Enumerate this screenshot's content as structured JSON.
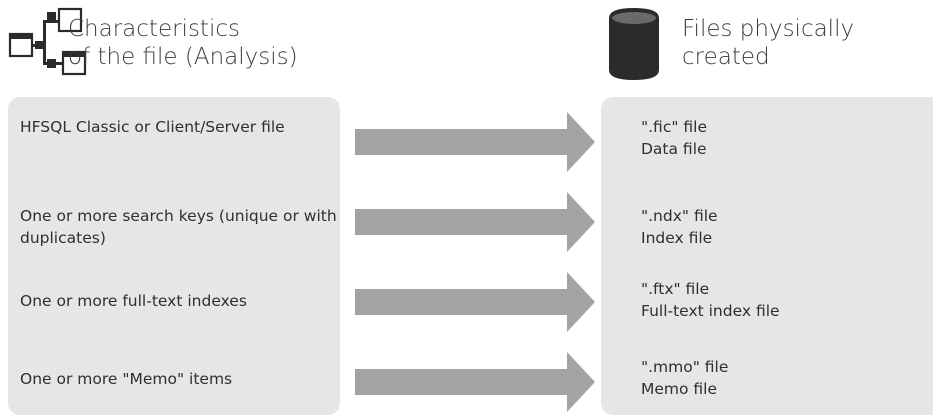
{
  "left_header": {
    "line1": "Characteristics",
    "line2": "of the file (Analysis)",
    "icon": "analysis-structure-icon"
  },
  "right_header": {
    "line1": "Files physically",
    "line2": "created",
    "icon": "database-icon"
  },
  "colors": {
    "panel": "#e6e6e7",
    "arrow": "#a3a3a3",
    "icon": "#2b2b2b"
  },
  "rows": [
    {
      "characteristic": "HFSQL Classic or Client/Server file",
      "file_name": "\".fic\" file",
      "file_desc": "Data file"
    },
    {
      "characteristic": "One or more search keys (unique or with duplicates)",
      "file_name": "\".ndx\" file",
      "file_desc": "Index file"
    },
    {
      "characteristic": "One or more full-text indexes",
      "file_name": "\".ftx\" file",
      "file_desc": "Full-text index file"
    },
    {
      "characteristic": "One or more \"Memo\" items",
      "file_name": "\".mmo\" file",
      "file_desc": "Memo file"
    }
  ]
}
